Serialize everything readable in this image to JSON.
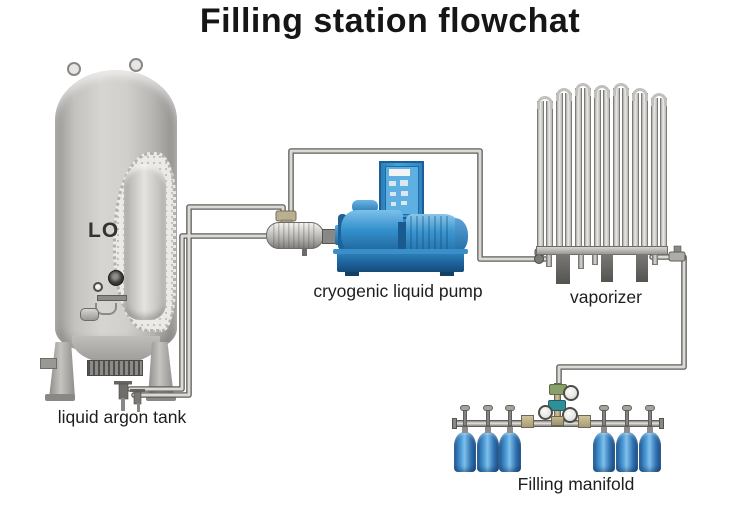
{
  "title": "Filling station flowchat",
  "components": {
    "tank": {
      "label": "liquid argon tank",
      "marking": "LO"
    },
    "pump": {
      "label": "cryogenic liquid pump"
    },
    "vaporizer": {
      "label": "vaporizer",
      "tube_count": 14
    },
    "manifold": {
      "label": "Filling manifold",
      "cylinder_count": 6
    }
  },
  "colors": {
    "background": "#ffffff",
    "title_text": "#161616",
    "label_text": "#1e1e1c",
    "pump_blue": "#2f8ac6",
    "cylinder_blue": "#3b82c4",
    "pipe_fill": "#dcdad7",
    "pipe_outline": "#5f5e5a",
    "tank_gray": "#cfcdca",
    "valve_teal": "#2f8f99",
    "brass": "#b3a87f"
  }
}
